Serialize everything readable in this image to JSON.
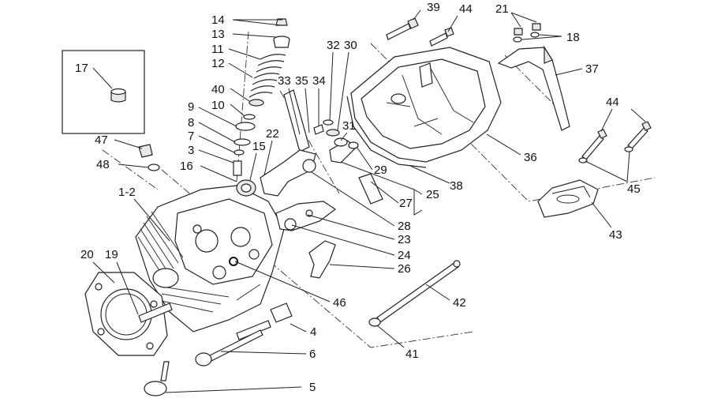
{
  "diagram": {
    "labels": [
      {
        "id": "14",
        "text": "14"
      },
      {
        "id": "13",
        "text": "13"
      },
      {
        "id": "11",
        "text": "11"
      },
      {
        "id": "12",
        "text": "12"
      },
      {
        "id": "40",
        "text": "40"
      },
      {
        "id": "10",
        "text": "10"
      },
      {
        "id": "9",
        "text": "9"
      },
      {
        "id": "8",
        "text": "8"
      },
      {
        "id": "7",
        "text": "7"
      },
      {
        "id": "3",
        "text": "3"
      },
      {
        "id": "16",
        "text": "16"
      },
      {
        "id": "15",
        "text": "15"
      },
      {
        "id": "22",
        "text": "22"
      },
      {
        "id": "17",
        "text": "17"
      },
      {
        "id": "47",
        "text": "47"
      },
      {
        "id": "48",
        "text": "48"
      },
      {
        "id": "1-2",
        "text": "1-2"
      },
      {
        "id": "20",
        "text": "20"
      },
      {
        "id": "19",
        "text": "19"
      },
      {
        "id": "33",
        "text": "33"
      },
      {
        "id": "35",
        "text": "35"
      },
      {
        "id": "34",
        "text": "34"
      },
      {
        "id": "32",
        "text": "32"
      },
      {
        "id": "30",
        "text": "30"
      },
      {
        "id": "31",
        "text": "31"
      },
      {
        "id": "29",
        "text": "29"
      },
      {
        "id": "27",
        "text": "27"
      },
      {
        "id": "25",
        "text": "25"
      },
      {
        "id": "28",
        "text": "28"
      },
      {
        "id": "23",
        "text": "23"
      },
      {
        "id": "24",
        "text": "24"
      },
      {
        "id": "26",
        "text": "26"
      },
      {
        "id": "46",
        "text": "46"
      },
      {
        "id": "4",
        "text": "4"
      },
      {
        "id": "6",
        "text": "6"
      },
      {
        "id": "5",
        "text": "5"
      },
      {
        "id": "39",
        "text": "39"
      },
      {
        "id": "44a",
        "text": "44"
      },
      {
        "id": "21",
        "text": "21"
      },
      {
        "id": "18",
        "text": "18"
      },
      {
        "id": "37",
        "text": "37"
      },
      {
        "id": "36",
        "text": "36"
      },
      {
        "id": "38",
        "text": "38"
      },
      {
        "id": "44b",
        "text": "44"
      },
      {
        "id": "45",
        "text": "45"
      },
      {
        "id": "43",
        "text": "43"
      },
      {
        "id": "42",
        "text": "42"
      },
      {
        "id": "41",
        "text": "41"
      }
    ]
  }
}
